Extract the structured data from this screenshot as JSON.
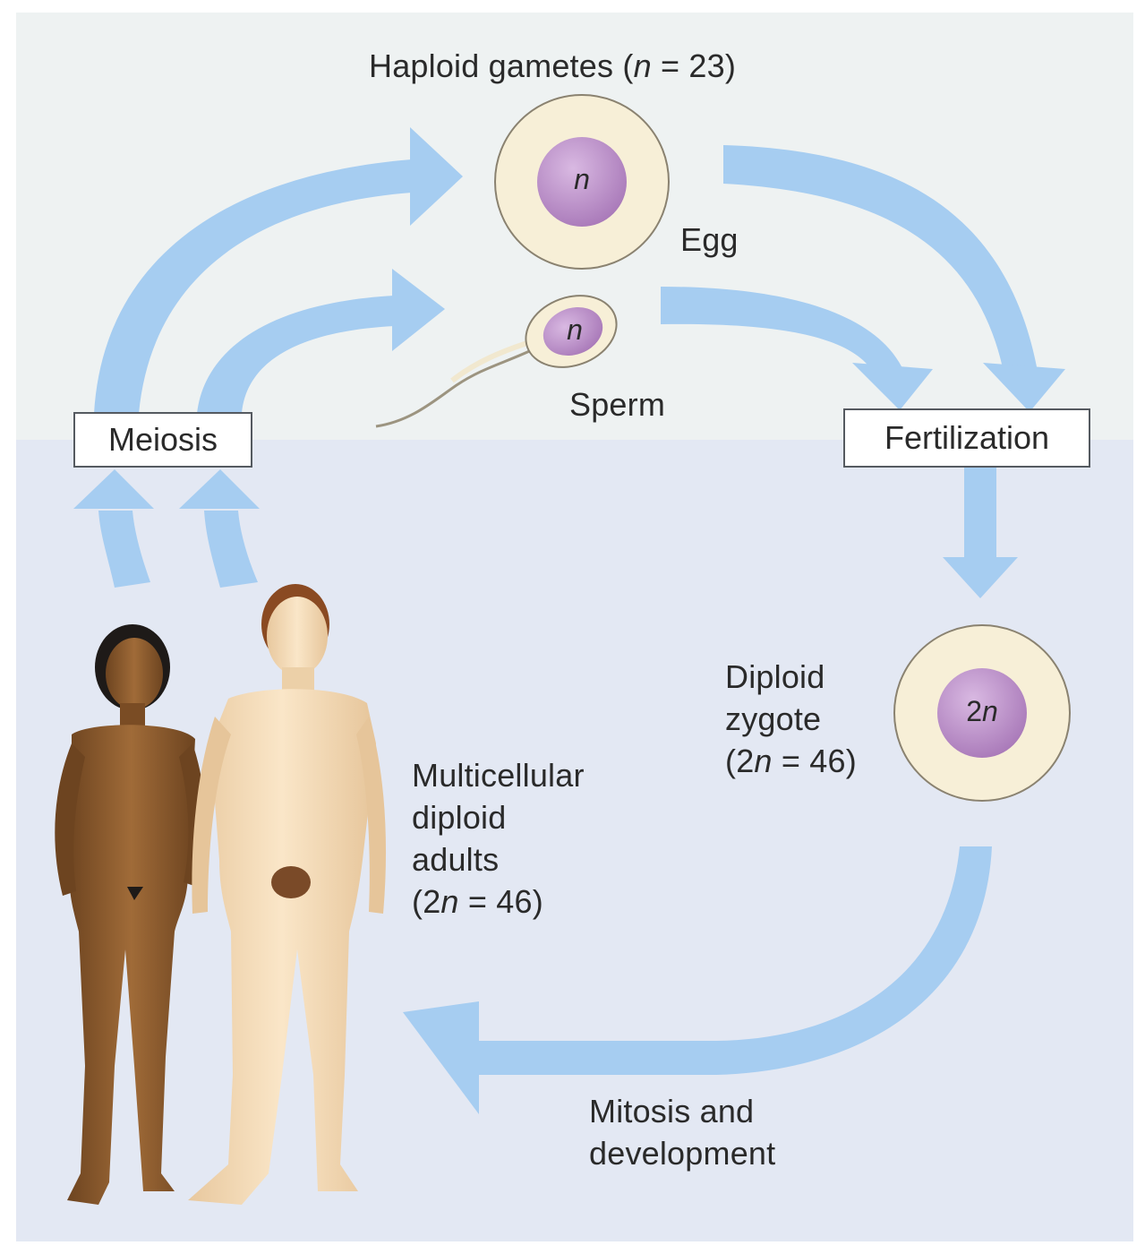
{
  "colors": {
    "top_panel": "#eef2f2",
    "bottom_panel": "#e3e8f3",
    "arrow": "#a6cdf1",
    "cell_fill": "#f7efd7",
    "nucleus": "#b88ac6",
    "female_skin": "#8a5a2e",
    "male_skin": "#f3dab4"
  },
  "labels": {
    "haploid_pre": "Haploid gametes (",
    "haploid_n": "n",
    "haploid_post": " = 23)",
    "egg": "Egg",
    "sperm": "Sperm",
    "meiosis": "Meiosis",
    "fertilization": "Fertilization",
    "egg_nucleus": "n",
    "sperm_nucleus": "n",
    "zygote_nucleus_pre": "2",
    "zygote_nucleus_n": "n",
    "zygote_line1": "Diploid",
    "zygote_line2": "zygote",
    "zygote_line3_pre": "(2",
    "zygote_line3_n": "n",
    "zygote_line3_post": " = 46)",
    "adults_line1": "Multicellular",
    "adults_line2": "diploid",
    "adults_line3": "adults",
    "adults_line4_pre": "(2",
    "adults_line4_n": "n",
    "adults_line4_post": " = 46)",
    "mitosis_line1": "Mitosis and",
    "mitosis_line2": "development"
  }
}
